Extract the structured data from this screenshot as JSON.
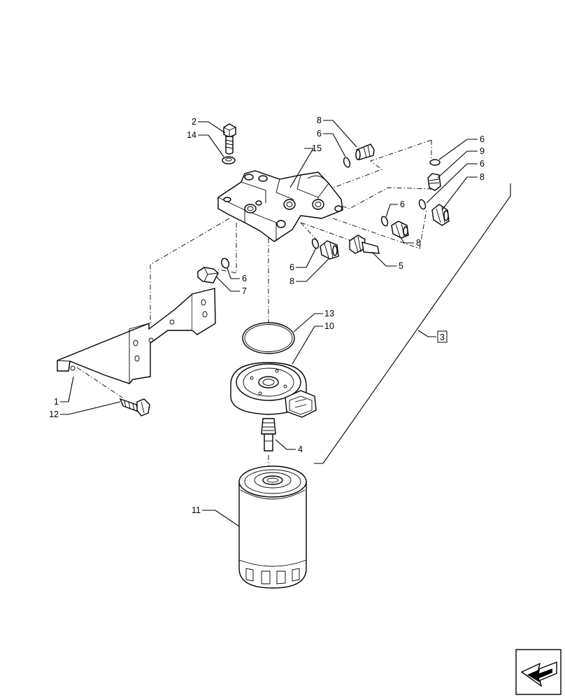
{
  "callouts": {
    "c1": "1",
    "c2": "2",
    "c3": "3",
    "c4": "4",
    "c5": "5",
    "c6a": "6",
    "c6b": "6",
    "c6c": "6",
    "c6d": "6",
    "c6e": "6",
    "c6f": "6",
    "c7": "7",
    "c8a": "8",
    "c8b": "8",
    "c8c": "8",
    "c8d": "8",
    "c9": "9",
    "c10": "10",
    "c11": "11",
    "c12": "12",
    "c13": "13",
    "c14": "14",
    "c15": "15"
  },
  "nav": {
    "icon": "next-page-arrow-icon"
  }
}
